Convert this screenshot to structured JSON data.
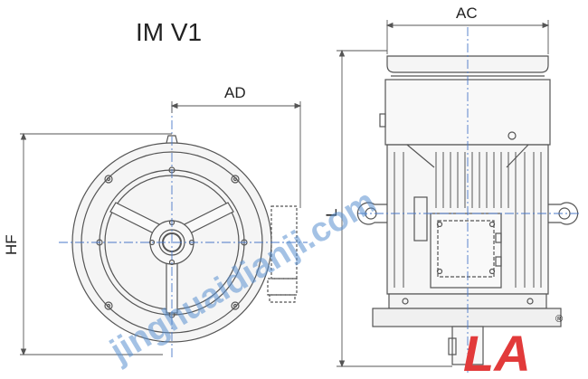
{
  "title": "IM V1",
  "dimensions": {
    "ad": "AD",
    "hf": "HF",
    "ac": "AC",
    "l": "L"
  },
  "watermark": {
    "text": "jinghuaidianji.com",
    "logo": "LA",
    "registered": "®",
    "color_text": "#5a8fd0",
    "color_logo": "#e23a3a"
  },
  "colors": {
    "line": "#555555",
    "centerline": "#4a78c8",
    "fill": "#f3f3f3"
  }
}
